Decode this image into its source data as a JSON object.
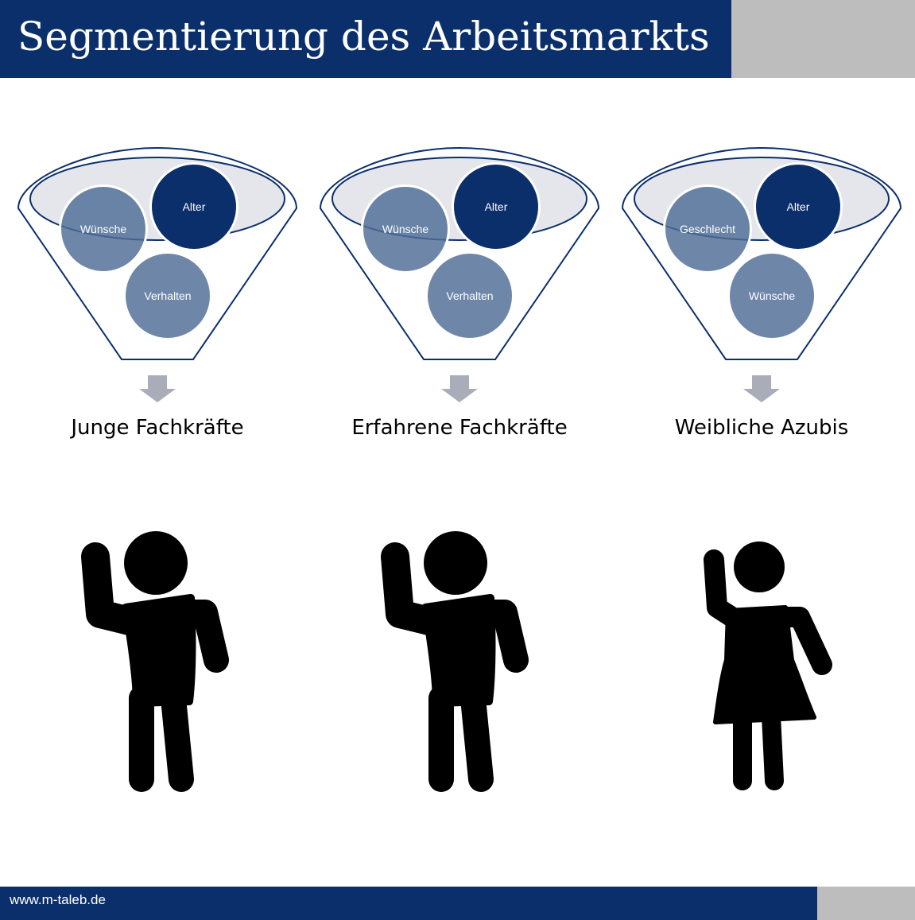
{
  "header": {
    "title": "Segmentierung des Arbeitsmarkts"
  },
  "footer": {
    "url": "www.m-taleb.de"
  },
  "colors": {
    "navy": "#0b2f6b",
    "slate": "#4e6c96",
    "gray": "#bdbdbd",
    "arrow": "#a9acb9"
  },
  "funnels": [
    {
      "top_left": "Wünsche",
      "top_right": "Alter",
      "bottom": "Verhalten",
      "segment": "Junge Fachkräfte",
      "figure": "male-person-icon"
    },
    {
      "top_left": "Wünsche",
      "top_right": "Alter",
      "bottom": "Verhalten",
      "segment": "Erfahrene Fachkräfte",
      "figure": "male-person-icon"
    },
    {
      "top_left": "Geschlecht",
      "top_right": "Alter",
      "bottom": "Wünsche",
      "segment": "Weibliche Azubis",
      "figure": "female-person-icon"
    }
  ]
}
